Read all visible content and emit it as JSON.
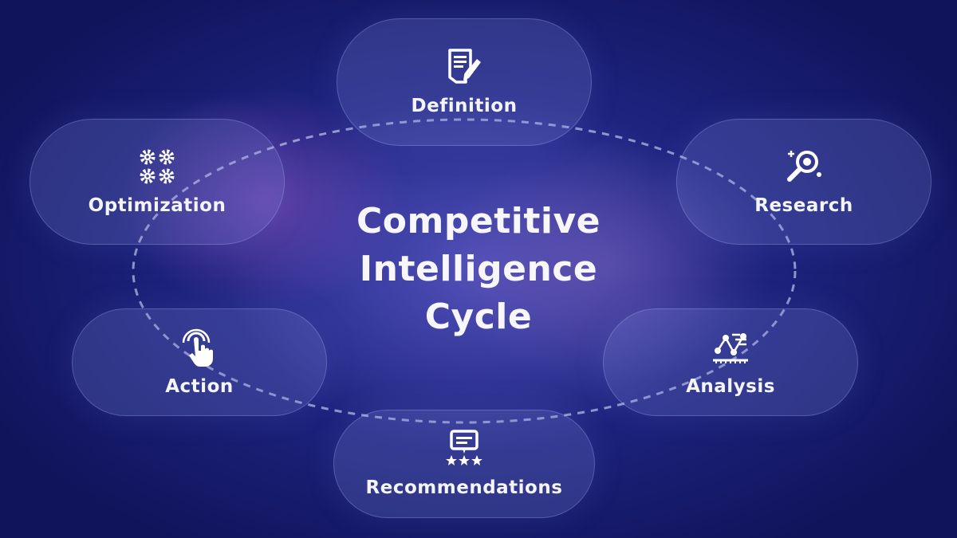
{
  "title": {
    "lines": [
      "Competitive",
      "Intelligence",
      "Cycle"
    ]
  },
  "steps": [
    {
      "label": "Definition",
      "icon": "document-pen-icon"
    },
    {
      "label": "Research",
      "icon": "magnifier-sparkle-icon"
    },
    {
      "label": "Analysis",
      "icon": "data-analysis-icon"
    },
    {
      "label": "Recommendations",
      "icon": "board-stars-icon"
    },
    {
      "label": "Action",
      "icon": "hand-tap-icon"
    },
    {
      "label": "Optimization",
      "icon": "gears-icon"
    }
  ],
  "colors": {
    "background": "#1a1f6e",
    "text": "#f4f4fb"
  }
}
